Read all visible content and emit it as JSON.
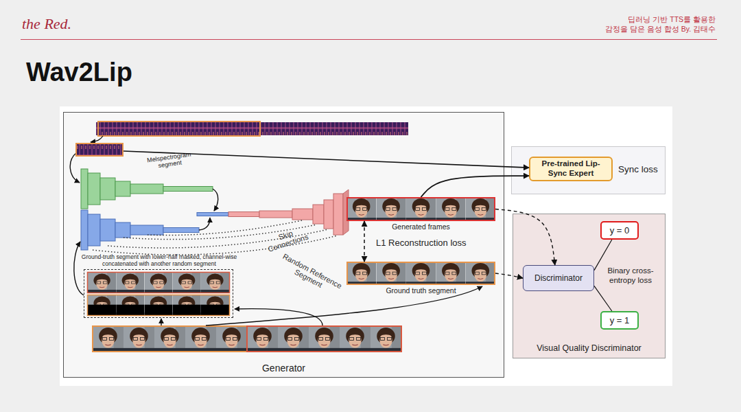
{
  "diagram": {
    "title": "Wav2Lip",
    "nodes": [
      {
        "text": [
          "Generator"
        ]
      },
      {
        "text": [
          "Melspectrogram segment"
        ],
        "in": 0
      },
      {
        "text": [
          "Ground-truth segment with lower-half masked, channel-wise concatenated with another random segment"
        ],
        "in": 0
      },
      {
        "text": [
          "Generated frames"
        ],
        "in": 0
      },
      {
        "text": [
          "Ground truth segment"
        ],
        "in": 0
      },
      {
        "text": [
          "Sync loss"
        ]
      },
      {
        "text": [
          "Pre-trained Lip-Sync Expert"
        ],
        "in": 5
      },
      {
        "text": [
          "Visual Quality Discriminator"
        ]
      },
      {
        "text": [
          "Discriminator"
        ],
        "in": 7
      },
      {
        "text": [
          "y = 0"
        ],
        "in": 7
      },
      {
        "text": [
          "y = 1"
        ],
        "in": 7
      }
    ],
    "edges": [
      {
        "from": 1,
        "to": 6,
        "arrow": "to"
      },
      {
        "from": 3,
        "to": 6,
        "arrow": "to"
      },
      {
        "from": 3,
        "to": 4,
        "arrow": "both",
        "label": "L1 Reconstruction loss"
      },
      {
        "from": 3,
        "to": 8,
        "arrow": "to"
      },
      {
        "from": 4,
        "to": 8,
        "arrow": "to"
      },
      {
        "from": 8,
        "to": 9,
        "arrow": "none"
      },
      {
        "from": 8,
        "to": 10,
        "arrow": "none"
      }
    ],
    "labels": [
      "the Red.",
      "딥러닝 기반 TTS를 활용한",
      "감정을 담은 음성 합성 By. 김태수",
      "Skip Connections",
      "Random Reference Segment",
      "Binary cross-entropy loss"
    ]
  }
}
